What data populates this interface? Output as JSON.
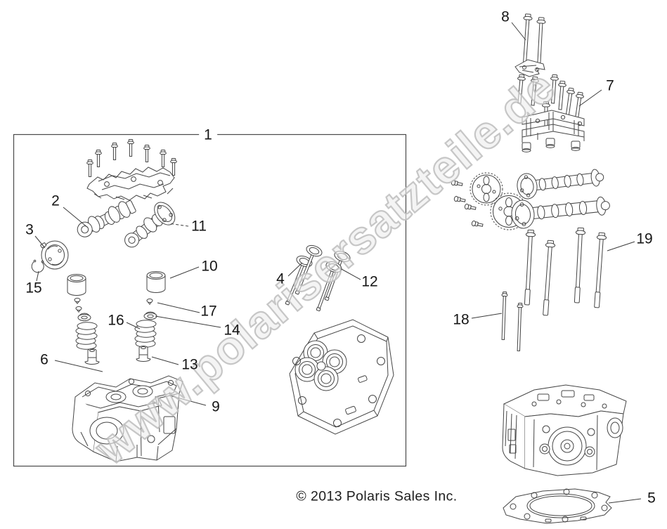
{
  "watermark": {
    "text": "www.polarisersatzteile.de",
    "color": "#bdbdbd"
  },
  "footer": {
    "copyright": "© 2013 Polaris Sales Inc."
  },
  "colors": {
    "line_art": "#454545",
    "callout_text": "#161616",
    "watermark_gray": "#bdbdbd"
  },
  "callouts": [
    {
      "label": "1"
    },
    {
      "label": "2"
    },
    {
      "label": "3"
    },
    {
      "label": "4"
    },
    {
      "label": "5"
    },
    {
      "label": "6"
    },
    {
      "label": "7"
    },
    {
      "label": "8"
    },
    {
      "label": "9"
    },
    {
      "label": "10"
    },
    {
      "label": "11"
    },
    {
      "label": "12"
    },
    {
      "label": "13"
    },
    {
      "label": "14"
    },
    {
      "label": "15"
    },
    {
      "label": "16"
    },
    {
      "label": "17"
    },
    {
      "label": "18"
    },
    {
      "label": "19"
    }
  ]
}
